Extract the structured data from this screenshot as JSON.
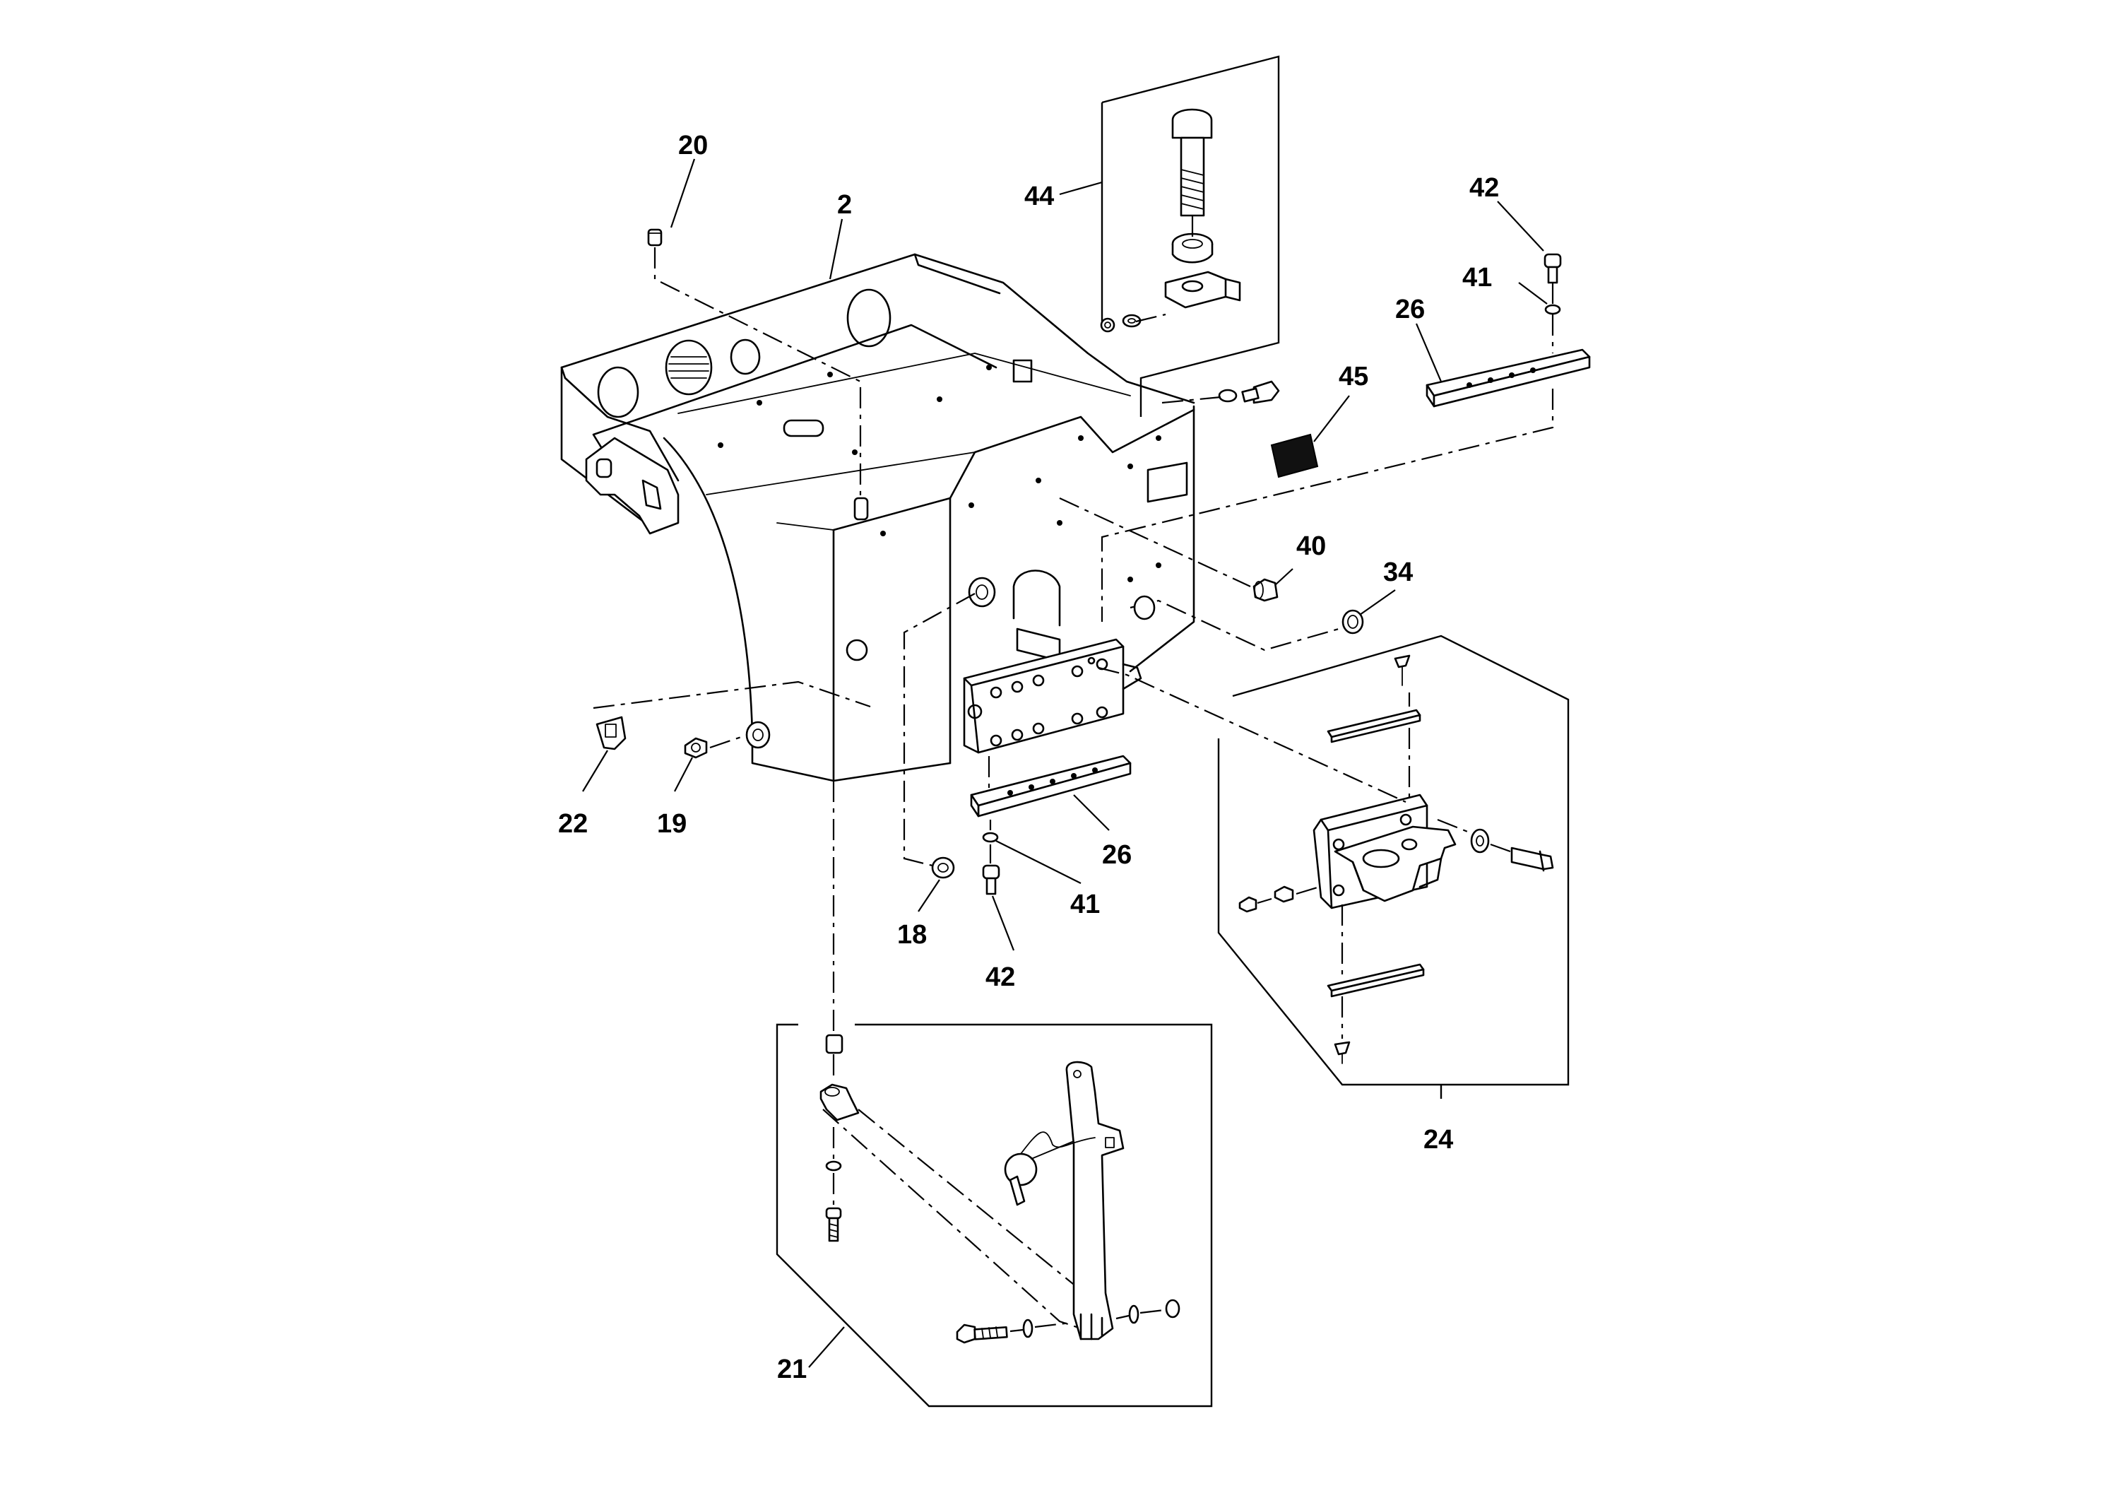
{
  "callouts": [
    {
      "id": "c20",
      "text": "20"
    },
    {
      "id": "c2",
      "text": "2"
    },
    {
      "id": "c44",
      "text": "44"
    },
    {
      "id": "c42a",
      "text": "42"
    },
    {
      "id": "c41a",
      "text": "41"
    },
    {
      "id": "c26a",
      "text": "26"
    },
    {
      "id": "c45",
      "text": "45"
    },
    {
      "id": "c40",
      "text": "40"
    },
    {
      "id": "c34",
      "text": "34"
    },
    {
      "id": "c22",
      "text": "22"
    },
    {
      "id": "c19",
      "text": "19"
    },
    {
      "id": "c26b",
      "text": "26"
    },
    {
      "id": "c41b",
      "text": "41"
    },
    {
      "id": "c18",
      "text": "18"
    },
    {
      "id": "c42b",
      "text": "42"
    },
    {
      "id": "c24",
      "text": "24"
    },
    {
      "id": "c21",
      "text": "21"
    }
  ]
}
